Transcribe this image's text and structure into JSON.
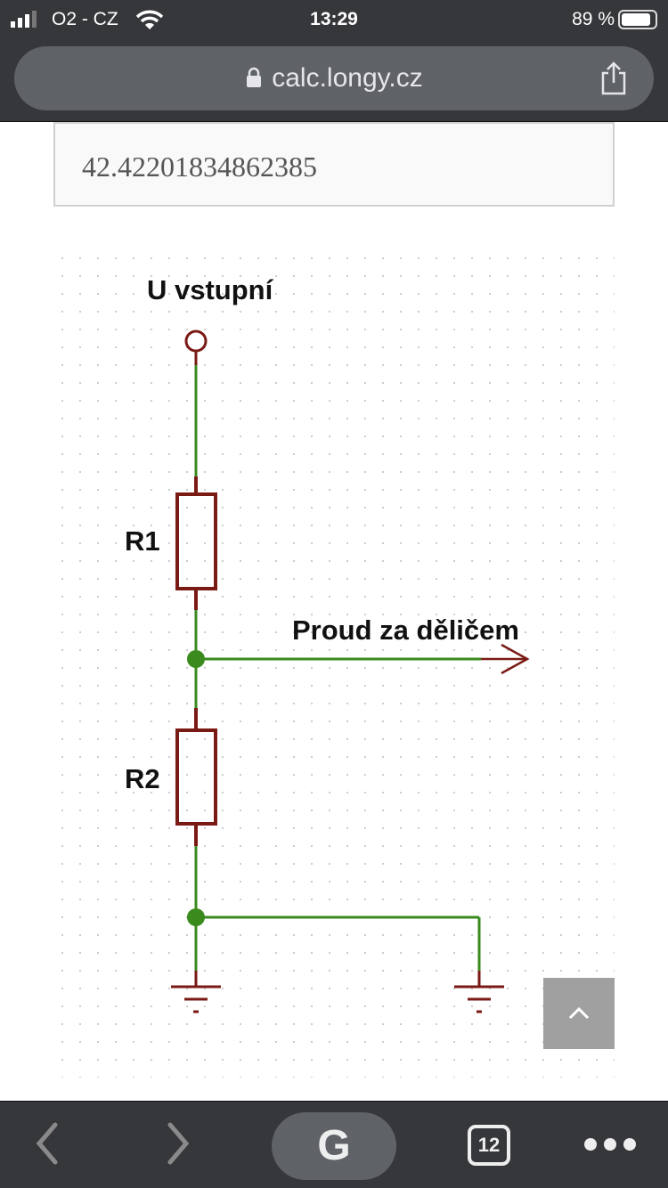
{
  "status_bar": {
    "carrier": "O2 - CZ",
    "time": "13:29",
    "battery": "89 %",
    "battery_level": 0.89
  },
  "browser": {
    "url": "calc.longy.cz",
    "tab_count": "12",
    "search_button": "G"
  },
  "result": {
    "value": "42.42201834862385"
  },
  "diagram": {
    "input_label": "U vstupní",
    "r1_label": "R1",
    "r2_label": "R2",
    "output_label": "Proud za děličem"
  },
  "colors": {
    "wire": "#3a8a1e",
    "component": "#7a1a14",
    "junction": "#3a8a1e"
  }
}
